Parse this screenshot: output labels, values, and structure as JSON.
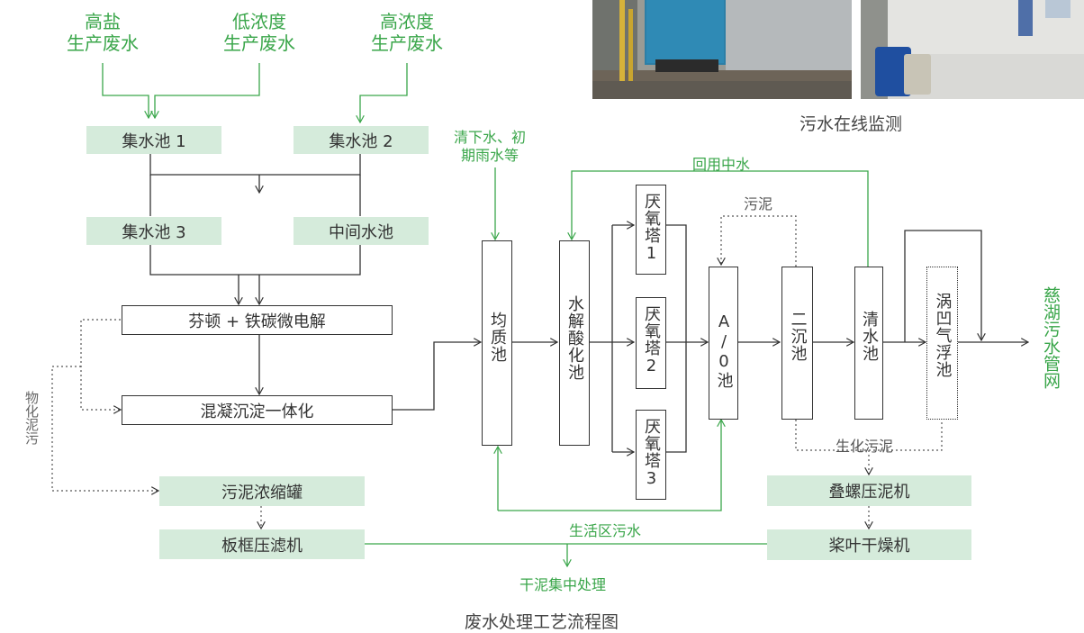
{
  "sources": {
    "high_salt": [
      "高盐",
      "生产废水"
    ],
    "low_conc": [
      "低浓度",
      "生产废水"
    ],
    "high_conc": [
      "高浓度",
      "生产废水"
    ]
  },
  "boxes": {
    "pool1": "集水池 1",
    "pool2": "集水池 2",
    "pool3": "集水池 3",
    "mid_pool": "中间水池",
    "fenton": "芬顿 + 铁碳微电解",
    "coag": "混凝沉淀一体化",
    "sludge_tank": "污泥浓缩罐",
    "filter_press": "板框压滤机",
    "screw_press": "叠螺压泥机",
    "paddle_dryer": "桨叶干燥机"
  },
  "vertical_units": {
    "equalize": "均质池",
    "hydrolysis": "水解酸化池",
    "anaerobic1": "厌氧塔1",
    "anaerobic2": "厌氧塔2",
    "anaerobic3": "厌氧塔3",
    "ao": "A/0池",
    "secondary": "二沉池",
    "clear": "清水池",
    "vortex": "涡凹气浮池"
  },
  "labels": {
    "rain": [
      "清下水、初",
      "期雨水等"
    ],
    "reuse": "回用中水",
    "sludge_top": "污泥",
    "bio_sludge": "生化污泥",
    "phys_sludge": "物化泥污",
    "domestic": "生活区污水",
    "dry_sludge": "干泥集中处理",
    "outlet": "慈湖污水管网"
  },
  "photo_caption": "污水在线监测",
  "figure_caption": "废水处理工艺流程图",
  "colors": {
    "green": "#3aa64a",
    "box_fill": "#d5ebdb",
    "line": "#333333",
    "text": "#333333"
  }
}
